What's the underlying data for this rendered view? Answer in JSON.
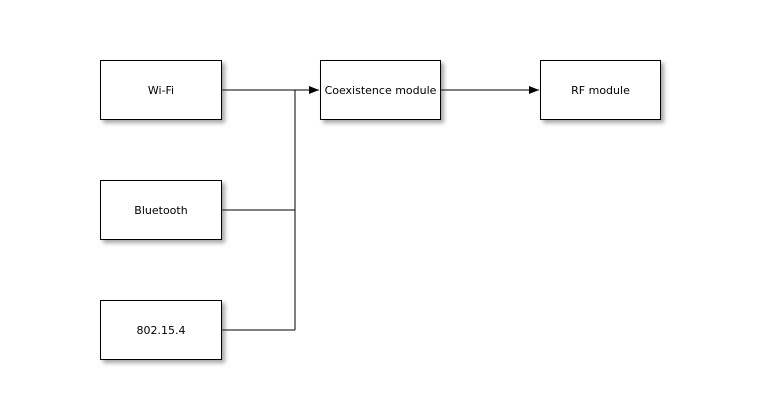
{
  "diagram": {
    "type": "block-diagram",
    "background_color": "#ffffff",
    "box_fill_color": "#ffffff",
    "box_border_color": "#000000",
    "line_color": "#000000",
    "shadow_color": "#9b9b9b",
    "nodes": [
      {
        "id": "wifi",
        "label": "Wi-Fi"
      },
      {
        "id": "bluetooth",
        "label": "Bluetooth"
      },
      {
        "id": "zigbee",
        "label": "802.15.4"
      },
      {
        "id": "coexistence",
        "label": "Coexistence module"
      },
      {
        "id": "rf",
        "label": "RF module"
      }
    ],
    "edges": [
      {
        "from": "wifi",
        "to": "coexistence",
        "arrow": true
      },
      {
        "from": "bluetooth",
        "to": "coexistence",
        "arrow": true,
        "via": "shared junction into wifi-coexistence line"
      },
      {
        "from": "zigbee",
        "to": "coexistence",
        "arrow": true,
        "via": "shared junction into wifi-coexistence line"
      },
      {
        "from": "coexistence",
        "to": "rf",
        "arrow": true
      }
    ]
  }
}
